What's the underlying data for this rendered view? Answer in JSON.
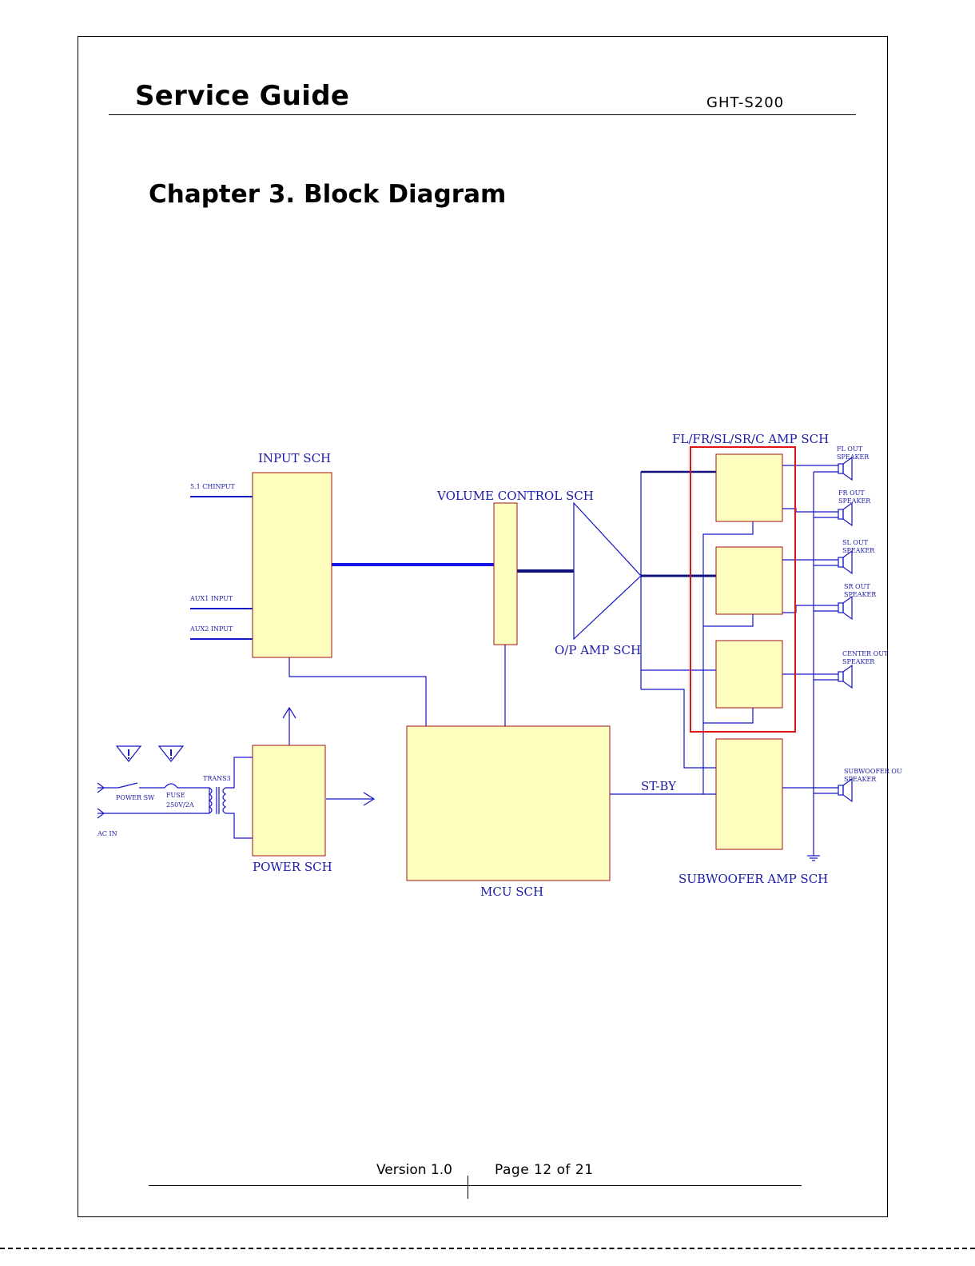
{
  "header": {
    "title": "Service Guide",
    "model": "GHT-S200"
  },
  "chapter": {
    "title": "Chapter 3. Block Diagram"
  },
  "diagram": {
    "blocks": {
      "input": "INPUT SCH",
      "volume": "VOLUME CONTROL SCH",
      "op_amp": "O/P AMP SCH",
      "amp_group": "FL/FR/SL/SR/C AMP SCH",
      "power": "POWER SCH",
      "mcu": "MCU SCH",
      "subwoofer": "SUBWOOFER AMP SCH",
      "standby": "ST-BY"
    },
    "inputs": {
      "ch51": "5.1 CHINPUT",
      "aux1": "AUX1 INPUT",
      "aux2": "AUX2 INPUT"
    },
    "power_path": {
      "ac_in": "AC IN",
      "power_sw": "POWER SW",
      "fuse": "FUSE",
      "fuse_rating": "250V/2A",
      "trans": "TRANS3"
    },
    "speakers": [
      {
        "line1": "FL OUT",
        "line2": "SPEAKER"
      },
      {
        "line1": "FR OUT",
        "line2": "SPEAKER"
      },
      {
        "line1": "SL OUT",
        "line2": "SPEAKER"
      },
      {
        "line1": "SR OUT",
        "line2": "SPEAKER"
      },
      {
        "line1": "CENTER OUT",
        "line2": "SPEAKER"
      },
      {
        "line1": "SUBWOOFER OU",
        "line2": "SPEAKER"
      }
    ]
  },
  "footer": {
    "version": "Version 1.0",
    "page": "Page 12 of 21"
  }
}
